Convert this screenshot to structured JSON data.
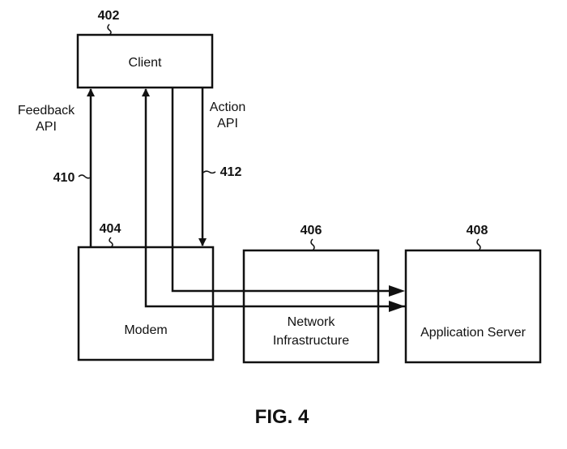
{
  "figure": {
    "caption": "FIG. 4"
  },
  "nodes": {
    "client": {
      "label": "Client",
      "ref": "402"
    },
    "modem": {
      "label": "Modem",
      "ref": "404"
    },
    "network": {
      "label_line1": "Network",
      "label_line2": "Infrastructure",
      "ref": "406"
    },
    "app_server": {
      "label": "Application Server",
      "ref": "408"
    }
  },
  "edges": {
    "feedback": {
      "label_line1": "Feedback",
      "label_line2": "API",
      "ref": "410",
      "direction": "modem-to-client"
    },
    "action": {
      "label_line1": "Action",
      "label_line2": "API",
      "ref": "412",
      "direction": "client-to-modem"
    },
    "server_to_client": {
      "direction": "app-server-to-client"
    },
    "client_to_server": {
      "direction": "client-to-app-server"
    }
  }
}
